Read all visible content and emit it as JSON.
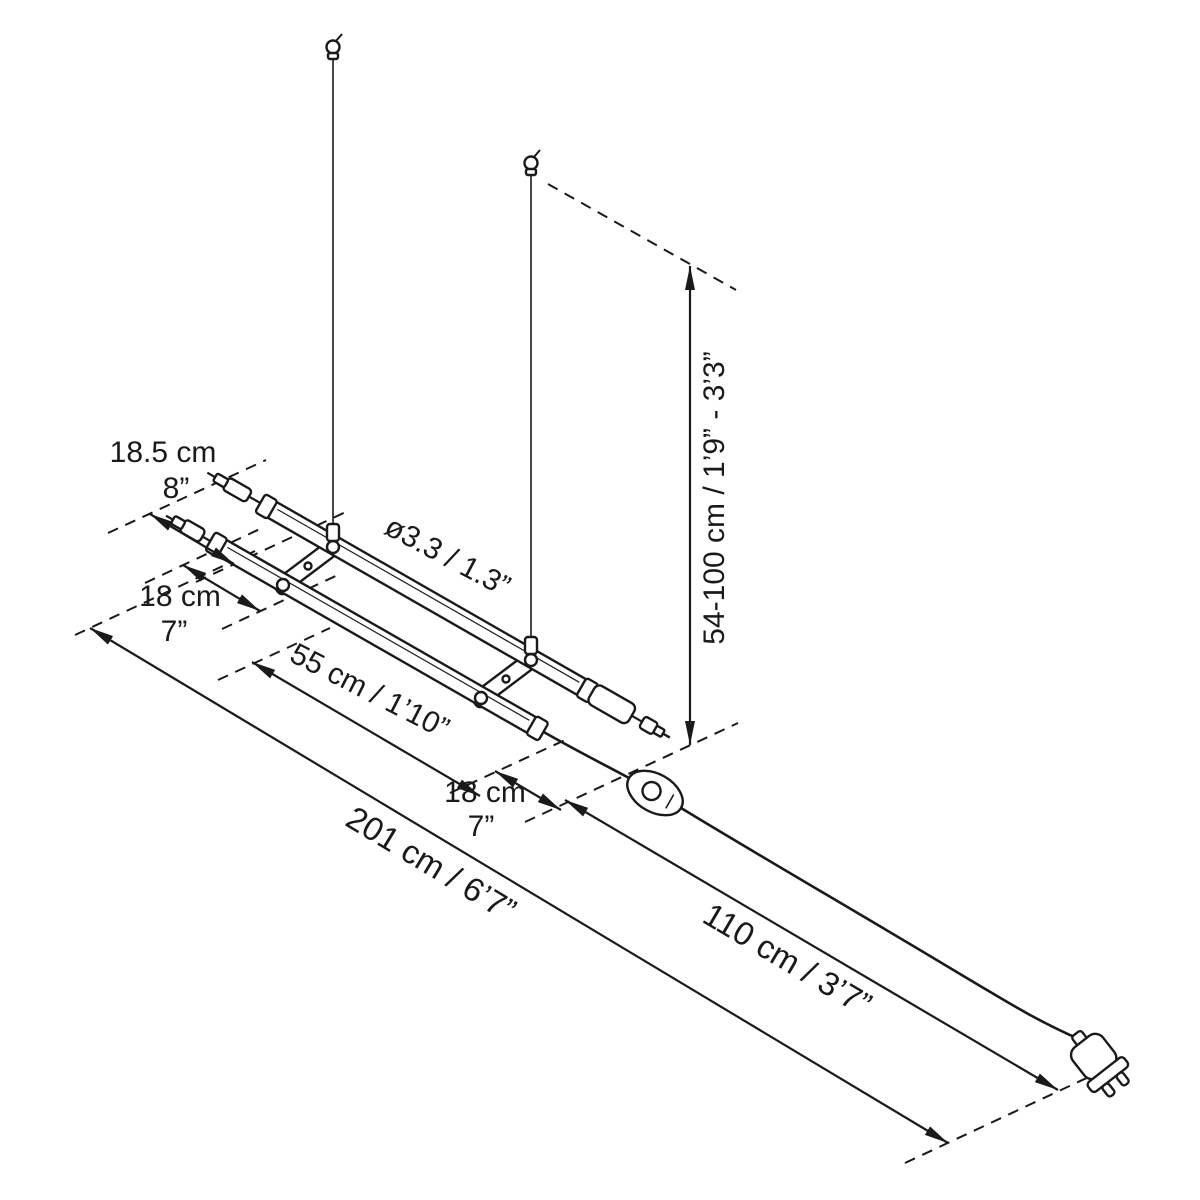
{
  "diagram": {
    "dimensions": {
      "spacing_back": {
        "metric": "18.5 cm",
        "imperial": "8”"
      },
      "offset_back": {
        "metric": "18 cm",
        "imperial": "7”"
      },
      "tube_length": "55 cm / 1’10”",
      "tube_diameter": "ø3.3 / 1.3”",
      "offset_front": {
        "metric": "18 cm",
        "imperial": "7”"
      },
      "overall_length": "201 cm / 6’7”",
      "cord_length": "110 cm / 3’7”",
      "suspension_height": "54-100 cm / 1’9” - 3’3”"
    },
    "colors": {
      "line": "#1a1a1a",
      "background": "#ffffff"
    }
  }
}
